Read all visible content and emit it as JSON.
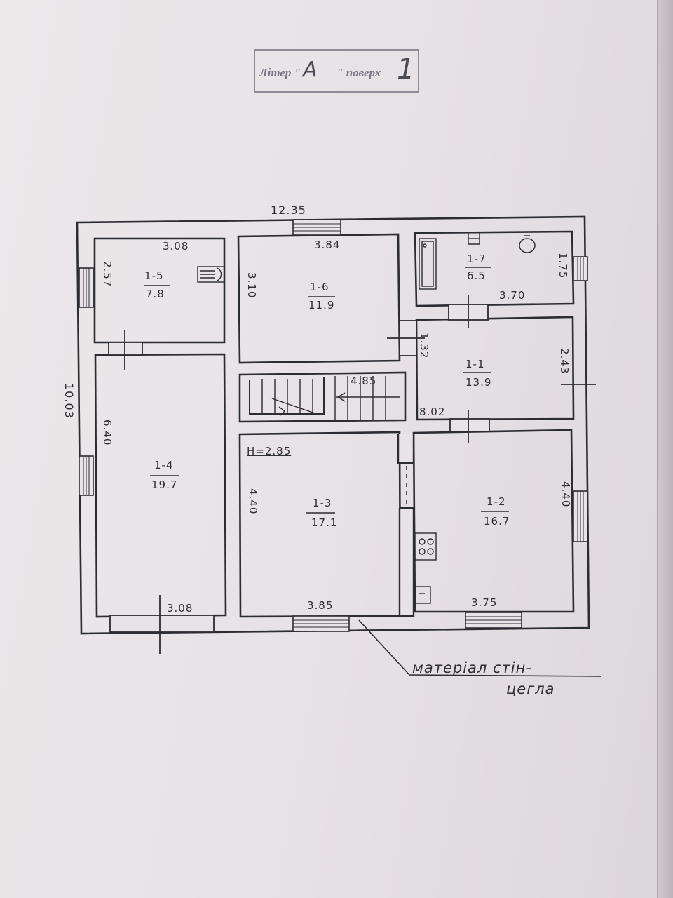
{
  "stamp": {
    "prefix": "Літер \"",
    "letter": "А",
    "middle": "\" поверх",
    "floor": "1"
  },
  "outer_dims": {
    "width": "12.35",
    "height": "10.03"
  },
  "ceiling_height": "H=2.85",
  "rooms": [
    {
      "id": "1-1",
      "area": "13.9"
    },
    {
      "id": "1-2",
      "area": "16.7"
    },
    {
      "id": "1-3",
      "area": "17.1"
    },
    {
      "id": "1-4",
      "area": "19.7"
    },
    {
      "id": "1-5",
      "area": "7.8"
    },
    {
      "id": "1-6",
      "area": "11.9"
    },
    {
      "id": "1-7",
      "area": "6.5"
    }
  ],
  "dims": {
    "r15_w": "3.08",
    "r15_h": "2.57",
    "r16_w": "3.84",
    "r16_h": "3.10",
    "r17_w": "3.70",
    "r17_h": "1.75",
    "r11_w": "8.02",
    "r11_h": "2.43",
    "r11_h2": "1.32",
    "stair": "4.85",
    "r14_h": "6.40",
    "r14_w": "3.08",
    "r13_h": "4.40",
    "r13_w": "3.85",
    "r12_h": "4.40",
    "r12_w": "3.75"
  },
  "note": {
    "line1": "матеріал стін-",
    "line2": "цегла"
  }
}
